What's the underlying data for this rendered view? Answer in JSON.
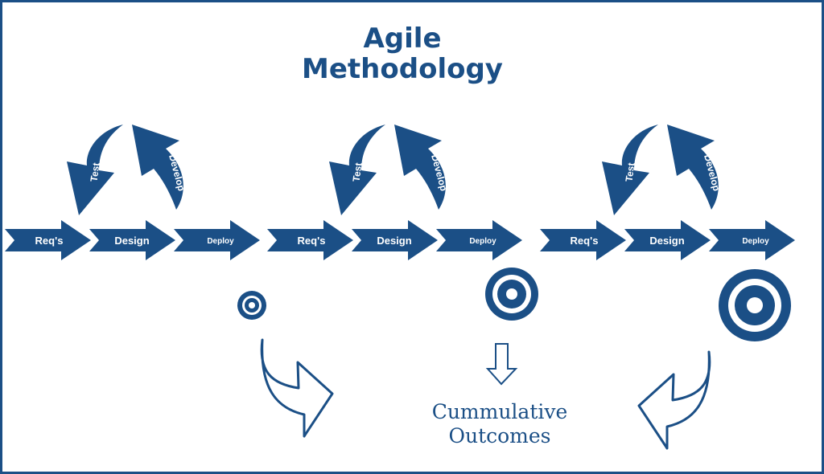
{
  "title": {
    "line1": "Agile",
    "line2": "Methodology"
  },
  "colors": {
    "primary": "#1b4f86",
    "background": "#ffffff"
  },
  "cycles": [
    {
      "stages": [
        "Req's",
        "Design",
        "Deploy"
      ],
      "loop": [
        "Test",
        "Develop"
      ],
      "outcome_size": "small"
    },
    {
      "stages": [
        "Req's",
        "Design",
        "Deploy"
      ],
      "loop": [
        "Test",
        "Develop"
      ],
      "outcome_size": "medium"
    },
    {
      "stages": [
        "Req's",
        "Design",
        "Deploy"
      ],
      "loop": [
        "Test",
        "Develop"
      ],
      "outcome_size": "large"
    }
  ],
  "outcome": {
    "line1": "Cummulative",
    "line2": "Outcomes"
  }
}
